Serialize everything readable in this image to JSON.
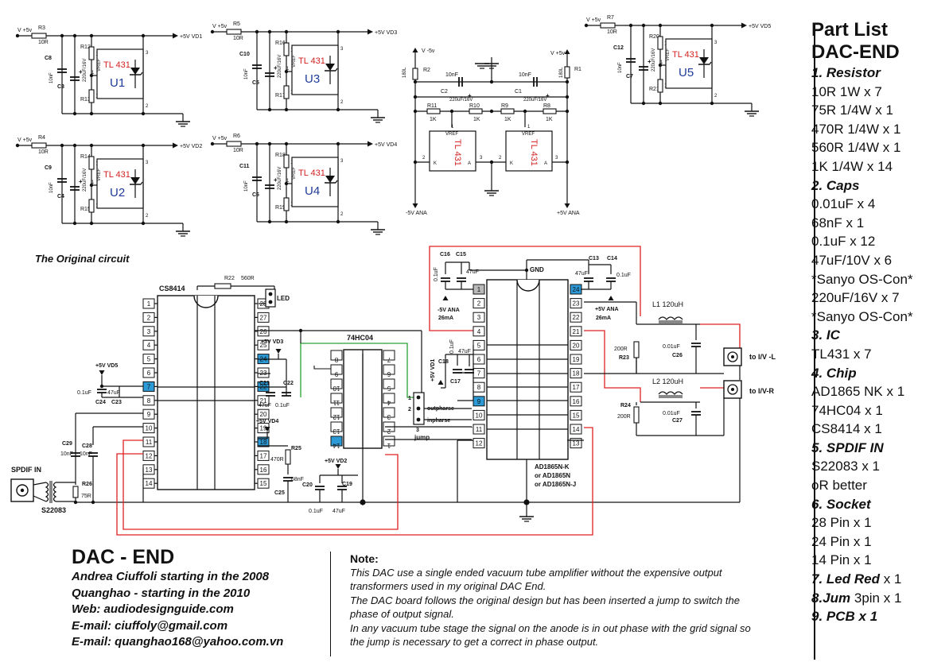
{
  "parts": {
    "title": "Part List",
    "subtitle": "DAC-END",
    "sections": [
      {
        "label": "1. Resistor",
        "items": [
          "10R 1W x 7",
          "75R 1/4W x 1",
          "470R 1/4W x 1",
          "560R 1/4W x 1",
          "1K 1/4W x 14"
        ]
      },
      {
        "label": "2. Caps",
        "items": [
          "0.01uF x 4",
          "68nF x 1",
          "0.1uF x 12",
          "47uF/10V x 6",
          "*Sanyo OS-Con*",
          "220uF/16V x 7",
          "*Sanyo OS-Con*"
        ]
      },
      {
        "label": "3. IC",
        "items": [
          "TL431 x 7"
        ]
      },
      {
        "label": "4. Chip",
        "items": [
          "AD1865 NK x 1",
          "74HC04 x 1",
          "CS8414 x 1"
        ]
      },
      {
        "label": "5. SPDIF IN",
        "items": [
          "S22083 x 1",
          "oR better"
        ]
      },
      {
        "label": "6. Socket",
        "items": [
          "28 Pin x 1",
          "24 Pin x 1",
          "14 Pin x 1"
        ]
      }
    ],
    "extra": [
      {
        "label": "7. Led Red",
        "rest": " x 1"
      },
      {
        "label": "8.Jum",
        "rest": " 3pin x 1"
      },
      {
        "label": "9. PCB x 1",
        "rest": ""
      }
    ]
  },
  "title_block": {
    "title": "DAC - END",
    "line1": "Andrea Ciuffoli starting in the 2008",
    "line2": "Quanghao - starting in the 2010",
    "line3": "Web: audiodesignguide.com",
    "line4": " E-mail: ciuffoly@gmail.com",
    "line5": " E-mail: quanghao168@yahoo.com.vn"
  },
  "note": {
    "heading": "Note:",
    "p1": "This DAC use a single ended vacuum tube amplifier without the expensive output transformers used in my original DAC End.",
    "p2": "The DAC board follows the original design but has been inserted a jump to switch the phase of output signal.",
    "p3": "In any vacuum tube stage the signal on the anode is in out phase with the grid signal so the jump is necessary to get a correct in phase output."
  },
  "original_label": "The Original circuit",
  "regulators": [
    {
      "name": "U1",
      "vin": "V +5v",
      "rin": "R3",
      "rin_val": "10R",
      "rt": "R12",
      "rb": "R13",
      "cap_a": "C8",
      "cap_b": "C3",
      "cap_val": "10nF",
      "elec_val": "220uF/16V",
      "ic": "TL 431",
      "vref": "VREF",
      "out": "+5V VD1"
    },
    {
      "name": "U2",
      "vin": "V +5v",
      "rin": "R4",
      "rin_val": "10R",
      "rt": "R14",
      "rb": "R15",
      "cap_a": "C9",
      "cap_b": "C4",
      "cap_val": "10nF",
      "elec_val": "220uF/16V",
      "ic": "TL 431",
      "vref": "VREF",
      "out": "+5V VD2"
    },
    {
      "name": "U3",
      "vin": "V +5v",
      "rin": "R5",
      "rin_val": "10R",
      "rt": "R16",
      "rb": "R17",
      "cap_a": "C10",
      "cap_b": "C5",
      "cap_val": "10nF",
      "elec_val": "220uF/16V",
      "ic": "TL 431",
      "vref": "VREF",
      "out": "+5V VD3"
    },
    {
      "name": "U4",
      "vin": "V +5v",
      "rin": "R6",
      "rin_val": "10R",
      "rt": "R18",
      "rb": "R19",
      "cap_a": "C11",
      "cap_b": "C6",
      "cap_val": "10nF",
      "elec_val": "220uF/16V",
      "ic": "TL 431",
      "vref": "VREF",
      "out": "+5V VD4"
    },
    {
      "name": "U5",
      "vin": "V +5v",
      "rin": "R7",
      "rin_val": "10R",
      "rt": "R20",
      "rb": "R21",
      "cap_a": "C12",
      "cap_b": "C7",
      "cap_val": "10nF",
      "elec_val": "220uF/16V",
      "ic": "TL 431",
      "vref": "VREF",
      "out": "+5V VD5"
    }
  ],
  "regulator_k": "1K",
  "center": {
    "vneg": "V -5v",
    "vpos": "V +5v",
    "r2": "R2",
    "r1": "R1",
    "r_val": "180L",
    "c2": "C2",
    "c1": "C1",
    "cap10": "10nF",
    "elec": "220uF/16V",
    "r11": "R11",
    "r10": "R10",
    "r9": "R9",
    "r8": "R8",
    "k1": "1K",
    "ic": "TL 431",
    "vref": "VREF",
    "k": "K",
    "a": "A",
    "out_neg": "-5V ANA",
    "out_pos": "+5V ANA",
    "n2": "2",
    "n3": "3",
    "n1": "1"
  },
  "cs8414": {
    "name": "CS8414",
    "left_pins": [
      "1",
      "2",
      "3",
      "4",
      "5",
      "6",
      "7",
      "8",
      "9",
      "10",
      "11",
      "12",
      "13",
      "14"
    ],
    "right_pins": [
      "28",
      "27",
      "26",
      "25",
      "24",
      "23",
      "22",
      "21",
      "20",
      "19",
      "18",
      "17",
      "16",
      "15"
    ],
    "r22": "R22",
    "r22_val": "560R",
    "led": "LED",
    "vd5": "+5V VD5",
    "vd3": "+5V VD3",
    "vd4": "+5V VD4",
    "c24": "C24",
    "c23": "C23",
    "c24_val": "0.1uF",
    "c23_val": "47uF",
    "c21": "C21",
    "c22": "C22",
    "c21_val": "47uF",
    "c22_val": "0.1uF",
    "c29": "C29",
    "c28": "C28",
    "c29_val": "10nF",
    "c28_val": "10nF",
    "r26": "R26",
    "r26_val": "75R",
    "r25": "R25",
    "r25_val": "470R",
    "c25": "C25",
    "c25_val": "68nF",
    "spdif": "SPDIF IN",
    "xfmr": "S22083"
  },
  "hc04": {
    "name": "74HC04",
    "left_pins": [
      "8",
      "9",
      "10",
      "11",
      "12",
      "13",
      "14"
    ],
    "right_pins": [
      "7",
      "6",
      "5",
      "4",
      "3",
      "2",
      "1"
    ],
    "vd2": "+5V VD2",
    "c20": "C20",
    "c19": "C19",
    "c20_val": "0.1uF",
    "c19_val": "47uF",
    "jump": "jump",
    "j1": "1",
    "j2": "2",
    "j3": "3",
    "outp": "outpharse",
    "inp": "inpharse",
    "vd1": "+5V VD1"
  },
  "ad1865": {
    "left_pins": [
      "1",
      "2",
      "3",
      "4",
      "5",
      "6",
      "7",
      "8",
      "9",
      "10",
      "11",
      "12"
    ],
    "right_pins": [
      "24",
      "23",
      "22",
      "21",
      "20",
      "19",
      "18",
      "17",
      "16",
      "15",
      "14",
      "13"
    ],
    "gnd": "GND",
    "c16": "C16",
    "c15": "C15",
    "c13": "C13",
    "c14": "C14",
    "c16_val": "0.1uF",
    "c15_val": "47uF",
    "c13_val": "47uF",
    "c14_val": "0.1uF",
    "ana_neg": "-5V ANA",
    "ana_pos": "+5V ANA",
    "ma": "26mA",
    "c18": "C18",
    "c17": "C17",
    "c18_val": "0.1uF",
    "c17_val": "47uF",
    "l1": "L1 120uH",
    "l2": "L2 120uH",
    "r23": "R23",
    "r24": "R24",
    "r_val": "200R",
    "c26": "C26",
    "c27": "C27",
    "c_val": "0.01uF",
    "out_l": "to I/V -L",
    "out_r": "to I/V-R",
    "part1": "AD1865N-K",
    "part2": "or AD1865N",
    "part3": "or AD1865N-J"
  },
  "colors": {
    "ink": "#111111",
    "red": "#e02020",
    "green": "#2aa033",
    "pinblue": "#2c9ad6",
    "pingray": "#b9b9b9",
    "icred": "#d42020",
    "icblue": "#1f3c9a"
  }
}
